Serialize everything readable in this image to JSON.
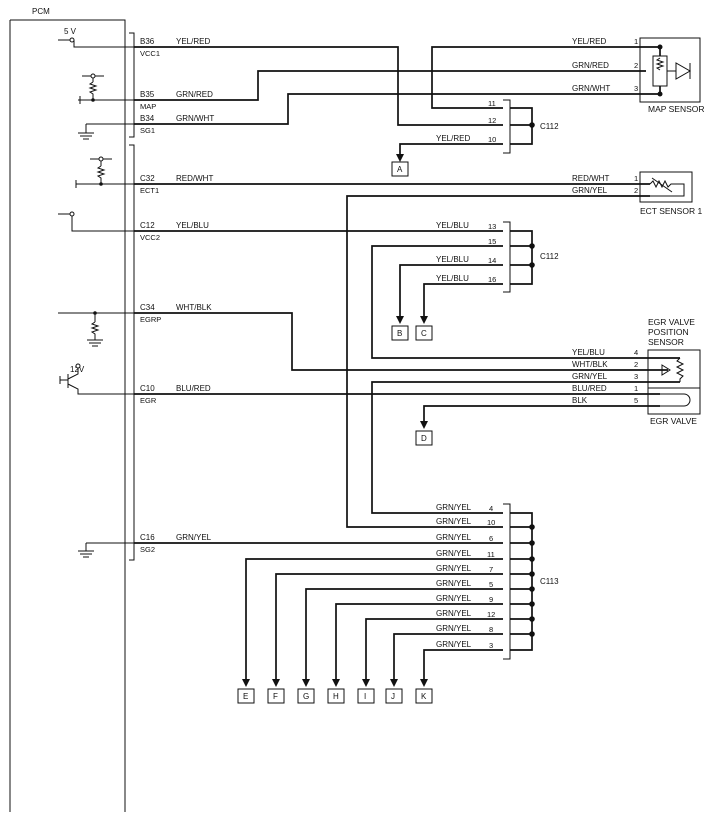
{
  "pcm": {
    "label": "PCM",
    "supply_5v": "5 V",
    "supply_12v": "12V",
    "terminals": {
      "b36": "B36",
      "vcc1": "VCC1",
      "b35": "B35",
      "map": "MAP",
      "b34": "B34",
      "sg1": "SG1",
      "c32": "C32",
      "ect1": "ECT1",
      "c12": "C12",
      "vcc2": "VCC2",
      "c34": "C34",
      "egrp": "EGRP",
      "c10": "C10",
      "egr": "EGR",
      "c16": "C16",
      "sg2": "SG2"
    }
  },
  "wires": {
    "yel_red": "YEL/RED",
    "grn_red": "GRN/RED",
    "grn_wht": "GRN/WHT",
    "red_wht": "RED/WHT",
    "grn_yel": "GRN/YEL",
    "yel_blu": "YEL/BLU",
    "wht_blk": "WHT/BLK",
    "blu_red": "BLU/RED",
    "blk": "BLK"
  },
  "connectors": {
    "c112": "C112",
    "c113": "C113",
    "c112_top_pins": [
      "11",
      "12",
      "10"
    ],
    "c112_mid_pins": [
      "13",
      "15",
      "14",
      "16"
    ],
    "c113_pins": [
      "4",
      "10",
      "6",
      "11",
      "7",
      "5",
      "9",
      "12",
      "8",
      "3"
    ]
  },
  "components": {
    "map_sensor": "MAP SENSOR",
    "map_pins": [
      "1",
      "2",
      "3"
    ],
    "ect_sensor": "ECT SENSOR 1",
    "ect_pins": [
      "1",
      "2"
    ],
    "egr_position_lines": [
      "EGR VALVE",
      "POSITION",
      "SENSOR"
    ],
    "egr_valve": "EGR VALVE",
    "egr_pins": [
      "4",
      "2",
      "3",
      "1",
      "5"
    ]
  },
  "references": [
    "A",
    "B",
    "C",
    "D",
    "E",
    "F",
    "G",
    "H",
    "I",
    "J",
    "K"
  ]
}
